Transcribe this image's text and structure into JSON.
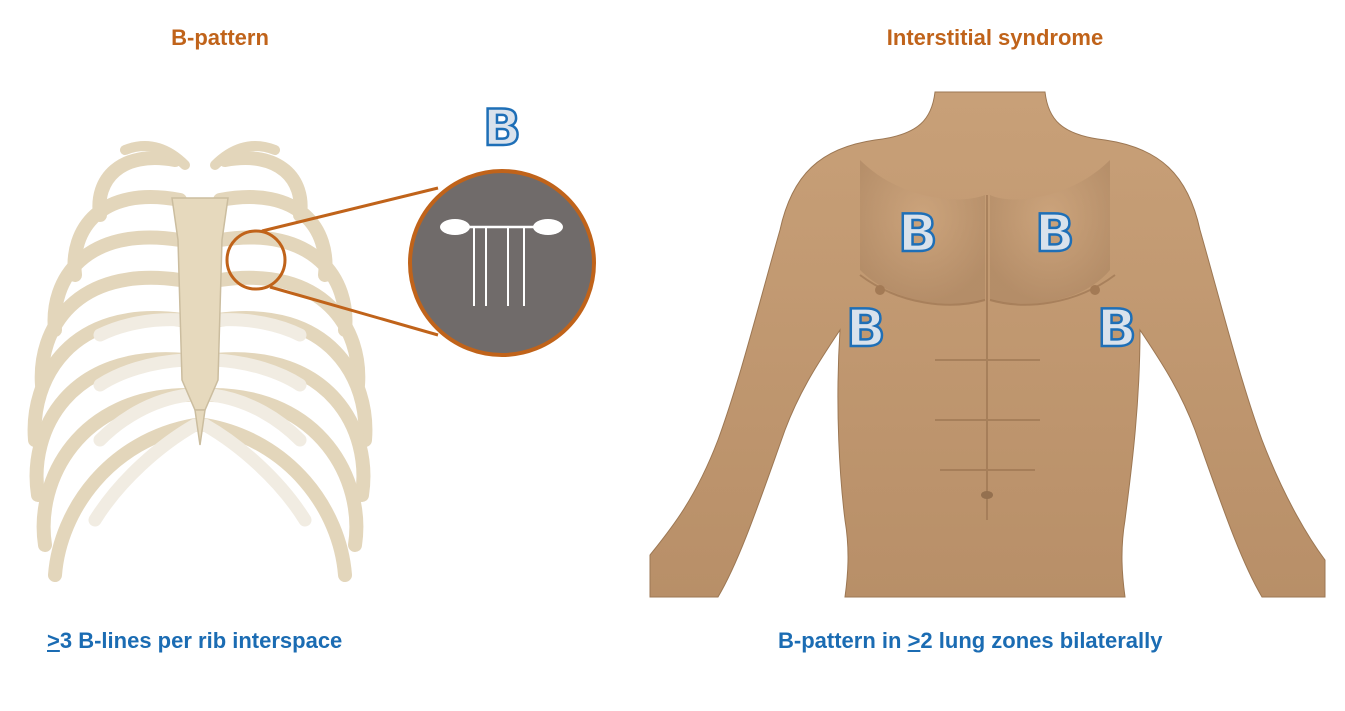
{
  "left_panel": {
    "title": "B-pattern",
    "zoom_letter": "B",
    "caption_prefix": ">",
    "caption_rest": "3 B-lines per rib interspace"
  },
  "right_panel": {
    "title": "Interstitial syndrome",
    "zone_letters": [
      "B",
      "B",
      "B",
      "B"
    ],
    "caption_start": "B-pattern in ",
    "caption_prefix": ">",
    "caption_rest": "2 lung zones bilaterally"
  },
  "colors": {
    "title": "#c0631a",
    "caption": "#1b6cb3",
    "letter_outline": "#1e6fb7",
    "bone": "#e8dcc2",
    "skin": "#c9a07a",
    "ultrasound_bg": "#706b6a",
    "zoom_ring": "#c0631a"
  }
}
